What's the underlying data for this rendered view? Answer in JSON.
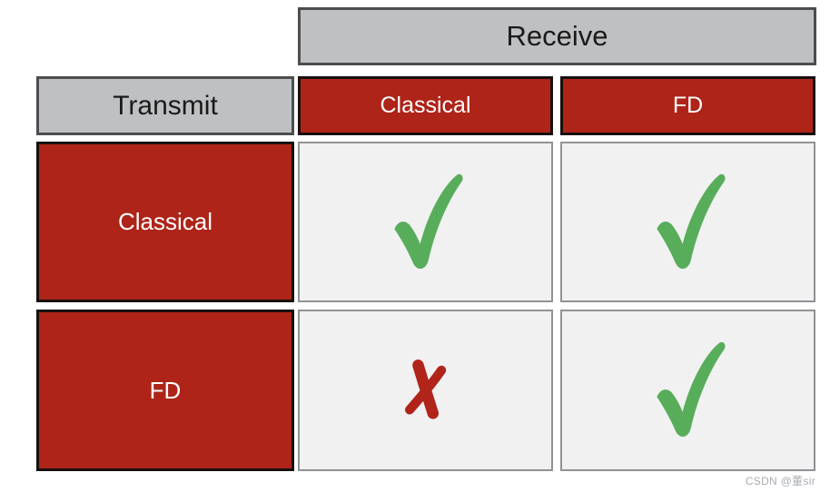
{
  "matrix": {
    "receive_label": "Receive",
    "transmit_label": "Transmit",
    "column_headers": [
      "Classical",
      "FD"
    ],
    "rows": [
      {
        "label": "Classical",
        "cells": [
          "check",
          "check"
        ]
      },
      {
        "label": "FD",
        "cells": [
          "cross",
          "check"
        ]
      }
    ]
  },
  "icons": {
    "check": "green-checkmark-icon",
    "cross": "red-cross-icon"
  },
  "colors": {
    "red": "#AE2418",
    "dark_border": "#181010",
    "gray_header": "#BFC0C2",
    "gray_border": "#4D4D4F",
    "cell_bg": "#F1F1F2",
    "cell_border": "#909295",
    "check_green": "#58AD5B",
    "cross_red": "#B0241A",
    "text_dark": "#1A1A1A",
    "watermark_gray": "#A7ABB0"
  },
  "watermark": {
    "text": "CSDN @董sir"
  }
}
